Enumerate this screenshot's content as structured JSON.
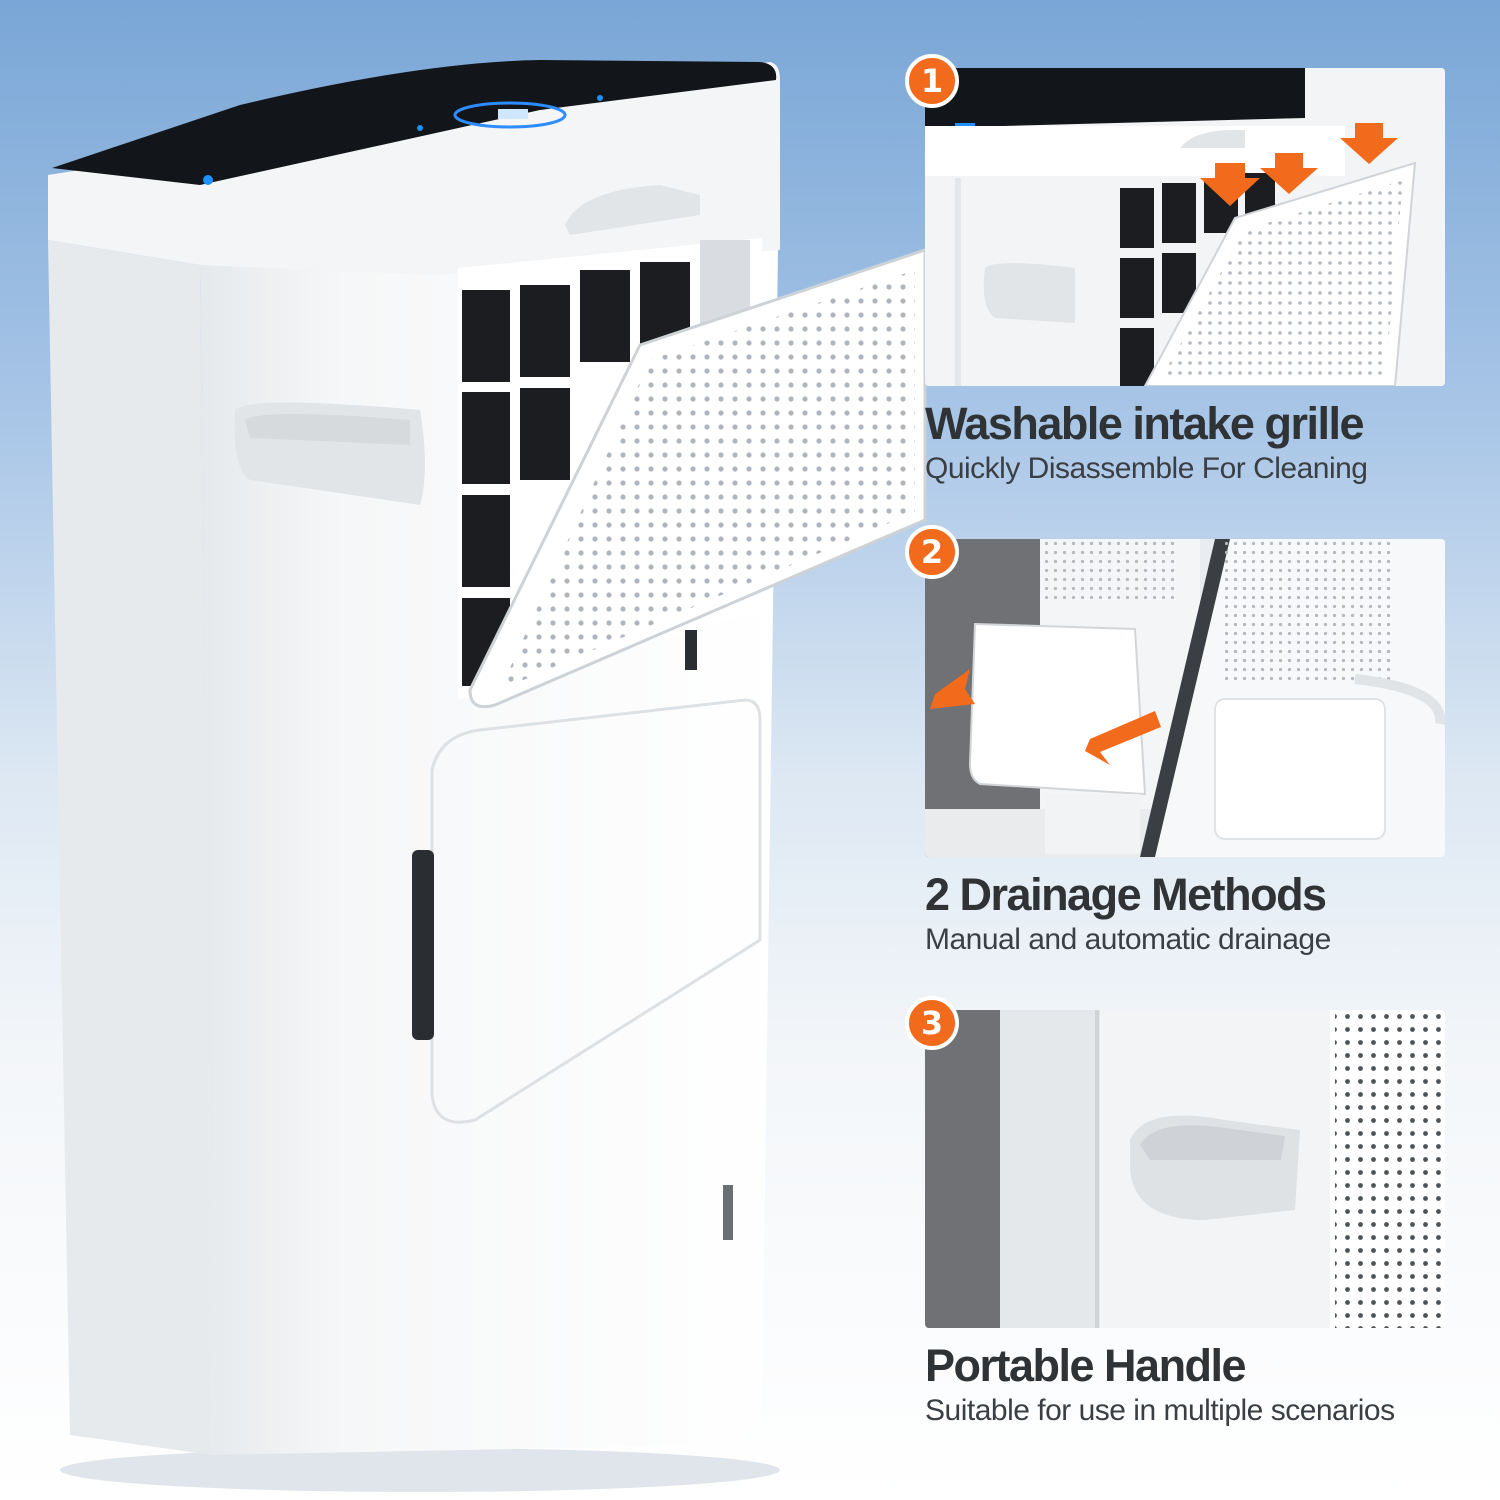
{
  "features": [
    {
      "number": "1",
      "title": "Washable intake grille",
      "subtitle": "Quickly Disassemble For Cleaning"
    },
    {
      "number": "2",
      "title": "2 Drainage Methods",
      "subtitle": "Manual and automatic drainage"
    },
    {
      "number": "3",
      "title": "Portable Handle",
      "subtitle": "Suitable for use in multiple scenarios"
    }
  ],
  "colors": {
    "accent": "#f26a1b",
    "heading": "#2f3336",
    "body_text": "#3a3f44",
    "sky_top": "#79a6d6",
    "device_top": "#111418",
    "display_glow": "#1e90ff"
  }
}
